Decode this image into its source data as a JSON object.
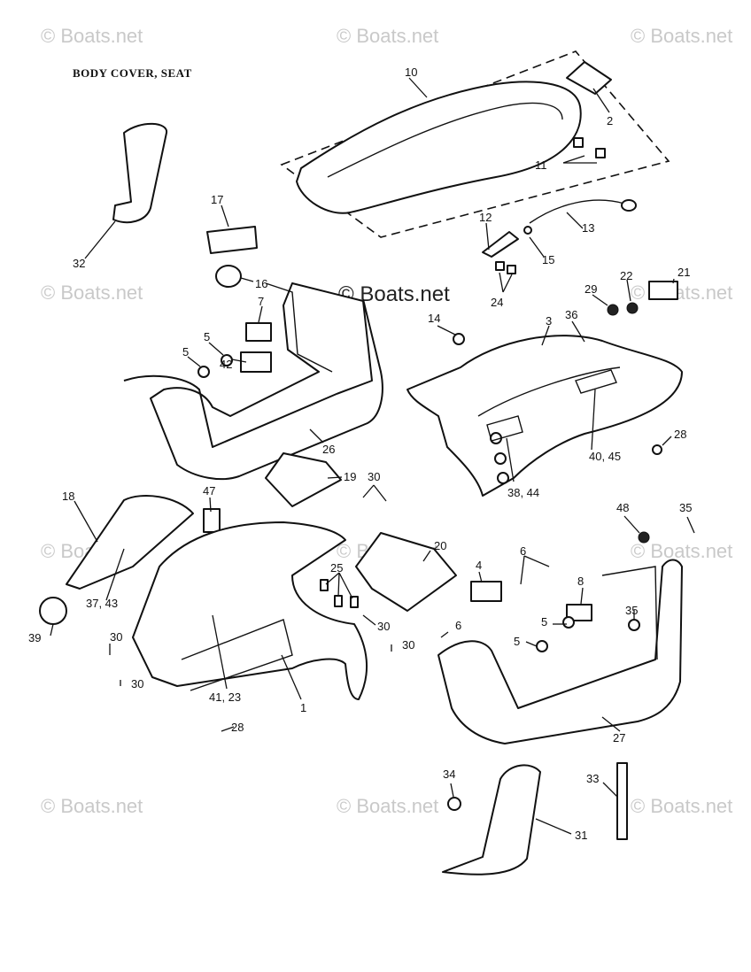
{
  "diagram": {
    "title": "BODY COVER, SEAT",
    "watermark_text": "© Boats.net",
    "callouts": [
      {
        "id": "c-10",
        "text": "10"
      },
      {
        "id": "c-2",
        "text": "2"
      },
      {
        "id": "c-11",
        "text": "11"
      },
      {
        "id": "c-17",
        "text": "17"
      },
      {
        "id": "c-32",
        "text": "32"
      },
      {
        "id": "c-12",
        "text": "12"
      },
      {
        "id": "c-13",
        "text": "13"
      },
      {
        "id": "c-15",
        "text": "15"
      },
      {
        "id": "c-16",
        "text": "16"
      },
      {
        "id": "c-7",
        "text": "7"
      },
      {
        "id": "c-24",
        "text": "24"
      },
      {
        "id": "c-29",
        "text": "29"
      },
      {
        "id": "c-22",
        "text": "22"
      },
      {
        "id": "c-21",
        "text": "21"
      },
      {
        "id": "c-5a",
        "text": "5"
      },
      {
        "id": "c-5b",
        "text": "5"
      },
      {
        "id": "c-42",
        "text": "42"
      },
      {
        "id": "c-14",
        "text": "14"
      },
      {
        "id": "c-3",
        "text": "3"
      },
      {
        "id": "c-36",
        "text": "36"
      },
      {
        "id": "c-26",
        "text": "26"
      },
      {
        "id": "c-28a",
        "text": "28"
      },
      {
        "id": "c-40-45",
        "text": "40, 45"
      },
      {
        "id": "c-19",
        "text": "19"
      },
      {
        "id": "c-30a",
        "text": "30"
      },
      {
        "id": "c-38-44",
        "text": "38, 44"
      },
      {
        "id": "c-18",
        "text": "18"
      },
      {
        "id": "c-47",
        "text": "47"
      },
      {
        "id": "c-48",
        "text": "48"
      },
      {
        "id": "c-35a",
        "text": "35"
      },
      {
        "id": "c-20",
        "text": "20"
      },
      {
        "id": "c-6a",
        "text": "6"
      },
      {
        "id": "c-4",
        "text": "4"
      },
      {
        "id": "c-25",
        "text": "25"
      },
      {
        "id": "c-8",
        "text": "8"
      },
      {
        "id": "c-35b",
        "text": "35"
      },
      {
        "id": "c-37-43",
        "text": "37, 43"
      },
      {
        "id": "c-39",
        "text": "39"
      },
      {
        "id": "c-30b",
        "text": "30"
      },
      {
        "id": "c-30c",
        "text": "30"
      },
      {
        "id": "c-30d",
        "text": "30"
      },
      {
        "id": "c-30e",
        "text": "30"
      },
      {
        "id": "c-6b",
        "text": "6"
      },
      {
        "id": "c-5c",
        "text": "5"
      },
      {
        "id": "c-5d",
        "text": "5"
      },
      {
        "id": "c-41-23",
        "text": "41, 23"
      },
      {
        "id": "c-1",
        "text": "1"
      },
      {
        "id": "c-28b",
        "text": "28"
      },
      {
        "id": "c-27",
        "text": "27"
      },
      {
        "id": "c-34",
        "text": "34"
      },
      {
        "id": "c-33",
        "text": "33"
      },
      {
        "id": "c-31",
        "text": "31"
      }
    ]
  }
}
